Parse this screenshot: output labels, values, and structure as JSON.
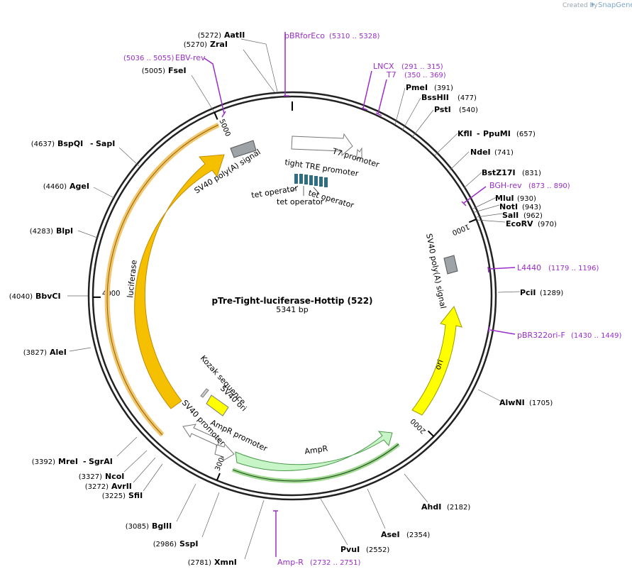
{
  "brand": {
    "created_by": "Created by",
    "name": "SnapGene"
  },
  "plasmid": {
    "name": "pTre-Tight-luciferase-Hottip (522)",
    "length_label": "5341 bp",
    "length": 5341
  },
  "ticks": [
    {
      "pos": 1000,
      "label": "1000"
    },
    {
      "pos": 2000,
      "label": "2000"
    },
    {
      "pos": 3000,
      "label": "3000"
    },
    {
      "pos": 4000,
      "label": "4000"
    },
    {
      "pos": 5000,
      "label": "5000"
    }
  ],
  "sites": [
    {
      "name": "AatII",
      "pos": "(5272)"
    },
    {
      "name": "ZraI",
      "pos": "(5270)"
    },
    {
      "name": "FseI",
      "pos": "(5005)"
    },
    {
      "name": "BspQI",
      "name2": "SapI",
      "pos": "(4637)"
    },
    {
      "name": "AgeI",
      "pos": "(4460)"
    },
    {
      "name": "BlpI",
      "pos": "(4283)"
    },
    {
      "name": "BbvCI",
      "pos": "(4040)"
    },
    {
      "name": "AleI",
      "pos": "(3827)"
    },
    {
      "name": "MreI",
      "name2": "SgrAI",
      "pos": "(3392)"
    },
    {
      "name": "NcoI",
      "pos": "(3327)"
    },
    {
      "name": "AvrII",
      "pos": "(3272)"
    },
    {
      "name": "SfiI",
      "pos": "(3225)"
    },
    {
      "name": "BglII",
      "pos": "(3085)"
    },
    {
      "name": "SspI",
      "pos": "(2986)"
    },
    {
      "name": "XmnI",
      "pos": "(2781)"
    },
    {
      "name": "PvuI",
      "pos": "(2552)"
    },
    {
      "name": "AseI",
      "pos": "(2354)"
    },
    {
      "name": "AhdI",
      "pos": "(2182)"
    },
    {
      "name": "AlwNI",
      "pos": "(1705)"
    },
    {
      "name": "PciI",
      "pos": "(1289)"
    },
    {
      "name": "EcoRV",
      "pos": "(970)"
    },
    {
      "name": "SalI",
      "pos": "(962)"
    },
    {
      "name": "NotI",
      "pos": "(943)"
    },
    {
      "name": "MluI",
      "pos": "(930)"
    },
    {
      "name": "BstZ17I",
      "pos": "(831)"
    },
    {
      "name": "NdeI",
      "pos": "(741)"
    },
    {
      "name": "KflI",
      "name2": "PpuMI",
      "pos": "(657)"
    },
    {
      "name": "PstI",
      "pos": "(540)"
    },
    {
      "name": "BssHII",
      "pos": "(477)"
    },
    {
      "name": "PmeI",
      "pos": "(391)"
    }
  ],
  "primers": [
    {
      "name": "pBRforEco",
      "range": "(5310 .. 5328)"
    },
    {
      "name": "EBV-rev",
      "range": "(5036 .. 5055)"
    },
    {
      "name": "LNCX",
      "range": "(291 .. 315)"
    },
    {
      "name": "T7",
      "range": "(350 .. 369)"
    },
    {
      "name": "BGH-rev",
      "range": "(873 .. 890)"
    },
    {
      "name": "L4440",
      "range": "(1179 .. 1196)"
    },
    {
      "name": "pBR322ori-F",
      "range": "(1430 .. 1449)"
    },
    {
      "name": "Amp-R",
      "range": "(2732 .. 2751)"
    }
  ],
  "features": {
    "t7_promoter": "T7 promoter",
    "tight_tre_promoter": "tight TRE promoter",
    "tet_operator_1": "tet operator",
    "tet_operator_2": "tet operator",
    "tet_operator_3": "tet operator",
    "sv40_polya_1": "SV40 poly(A) signal",
    "sv40_polya_2": "SV40 poly(A) signal",
    "luciferase": "luciferase",
    "kozak": "Kozak sequence",
    "sv40_ori": "SV40 ori",
    "sv40_promoter": "SV40 promoter",
    "ampr_promoter": "AmpR promoter",
    "ampr": "AmpR",
    "ori": "ori"
  },
  "colors": {
    "backbone": "#222222",
    "primer": "#9a2ec8",
    "luciferase": "#f5c000",
    "luciferase_edge": "#c48a00",
    "ori": "#ffff00",
    "ampr": "#c8f5c8",
    "ampr_edge": "#4a9a4a",
    "polya": "#9ea3a8",
    "tet_operator": "#2e6d82",
    "sv40_ori": "#ffff00",
    "promoter": "#ffffff"
  }
}
